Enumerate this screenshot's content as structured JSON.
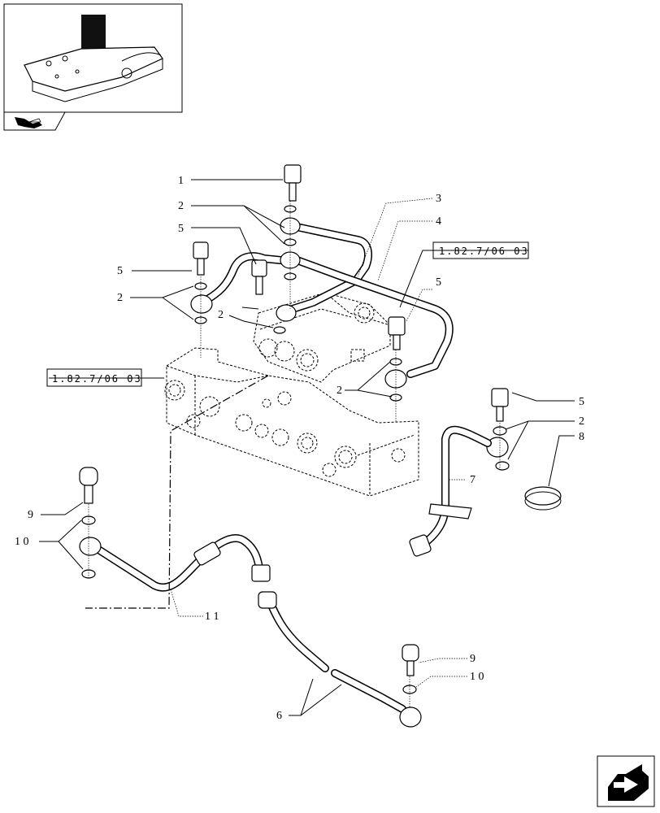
{
  "callouts": {
    "c1": "1",
    "c2a": "2",
    "c5a": "5",
    "c5b": "5",
    "c2b": "2",
    "c2c": "2",
    "c3": "3",
    "c4": "4",
    "c5c": "5",
    "c2d": "2",
    "c5d": "5",
    "c2e": "2",
    "c8": "8",
    "c7": "7",
    "c9a": "9",
    "c10a": "1 0",
    "c11": "1 1",
    "c9b": "9",
    "c10b": "1 0",
    "c6": "6"
  },
  "refs": {
    "ref_right": "1.82.7/06 03",
    "ref_left": "1.82.7/06 03"
  },
  "icons": {
    "thumbnail": "tractor-lift-cover-thumbnail",
    "section": "assembly-section-icon",
    "next_page": "next-page-arrow-icon"
  }
}
